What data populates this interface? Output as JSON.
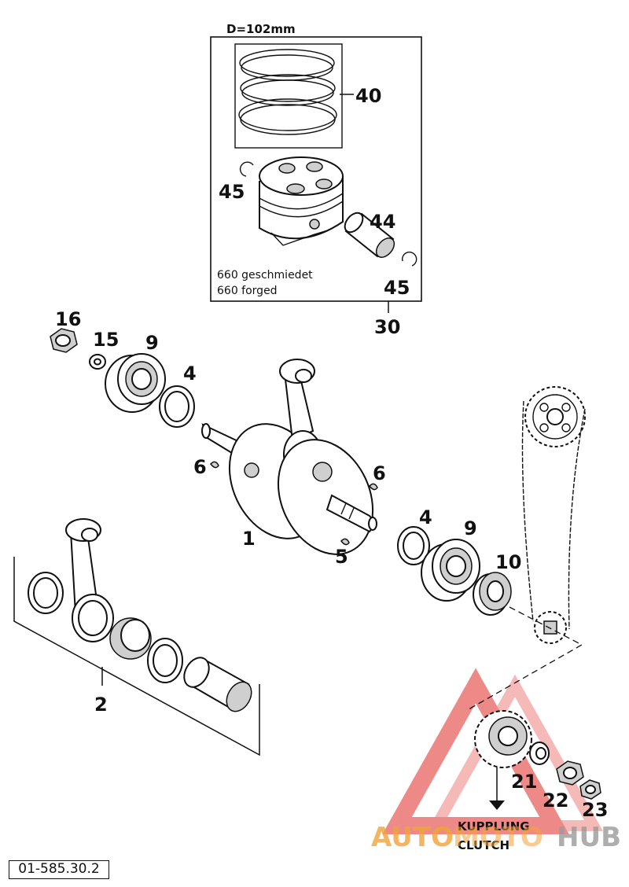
{
  "piston_kit": {
    "bore_label": "D=102mm",
    "note_line1": "660 geschmiedet",
    "note_line2": "660 forged",
    "kit_number": "30"
  },
  "callouts": {
    "rings": "40",
    "circlip_left": "45",
    "circlip_right": "45",
    "piston_pin": "44",
    "nut": "16",
    "washer": "15",
    "bearing_left": "9",
    "bearing_right": "9",
    "shim_left": "4",
    "shim_right": "4",
    "key_left": "6",
    "key_right": "6",
    "key_lower": "5",
    "crankshaft": "1",
    "conrod_kit": "2",
    "seal": "10",
    "gear": "21",
    "washer_gear": "22",
    "nut_gear": "23"
  },
  "clutch": {
    "line1": "KUPPLUNG",
    "line2": "CLUTCH"
  },
  "watermark": {
    "part1": "AUTO",
    "part2": "MOTO",
    "part3": "HUB",
    "color_red": "#e02b27",
    "color_orange": "#f2a33a",
    "color_gray": "#9a9a9a"
  },
  "drawing_code": "01-585.30.2"
}
